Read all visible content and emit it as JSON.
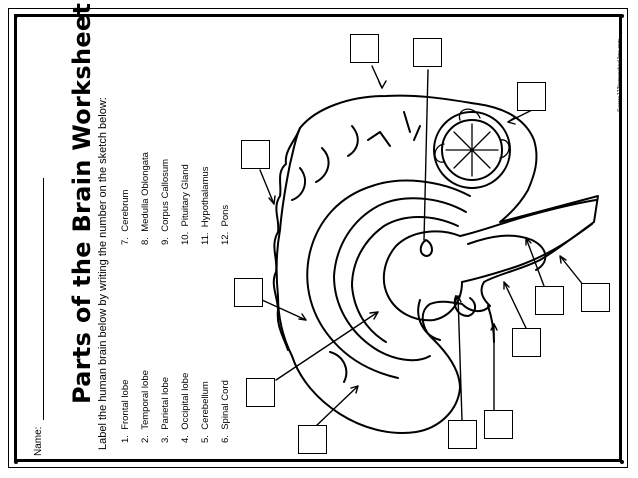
{
  "worksheet": {
    "title": "Parts of the Brain Worksheet",
    "instruction": "Label the human brain below by writing the number on the sketch below:",
    "name_label": "Name:",
    "credit": "© www.123homeschool4me.com",
    "parts": [
      {
        "num": "1.",
        "label": "Frontal lobe"
      },
      {
        "num": "2.",
        "label": "Temporal lobe"
      },
      {
        "num": "3.",
        "label": "Parietal lobe"
      },
      {
        "num": "4.",
        "label": "Occipital lobe"
      },
      {
        "num": "5.",
        "label": "Cerebellum"
      },
      {
        "num": "6.",
        "label": "Spinal Cord"
      },
      {
        "num": "7.",
        "label": "Cerebrum"
      },
      {
        "num": "8.",
        "label": "Medulla Oblongata"
      },
      {
        "num": "9.",
        "label": "Corpus Callosum"
      },
      {
        "num": "10.",
        "label": "Pituitary Gland"
      },
      {
        "num": "11.",
        "label": "Hypothalamus"
      },
      {
        "num": "12.",
        "label": "Pons"
      }
    ],
    "answer_box_count": 12
  }
}
